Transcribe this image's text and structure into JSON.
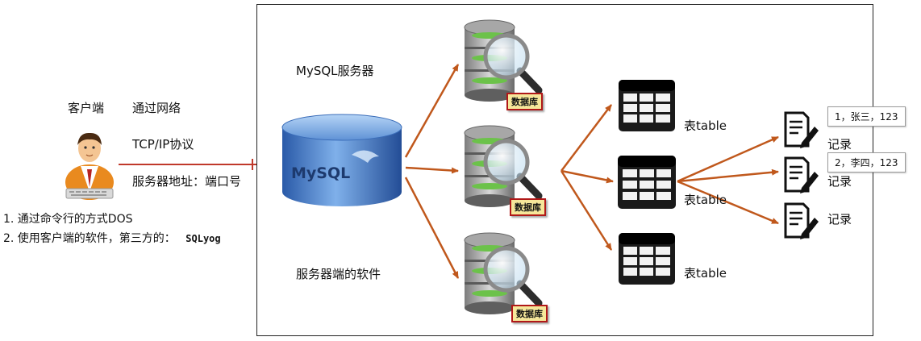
{
  "client": {
    "label": "客户端",
    "network": "通过网络",
    "protocol": "TCP/IP协议",
    "address": "服务器地址：端口号",
    "method1": "1. 通过命令行的方式DOS",
    "method2_prefix": "2. 使用客户端的软件，第三方的：",
    "method2_tool": "SQLyog"
  },
  "server": {
    "title": "MySQL服务器",
    "software": "服务器端的软件",
    "logo_text": "MySQL"
  },
  "databases": [
    {
      "badge": "数据库"
    },
    {
      "badge": "数据库"
    },
    {
      "badge": "数据库"
    }
  ],
  "tables": [
    {
      "label": "表table"
    },
    {
      "label": "表table"
    },
    {
      "label": "表table"
    }
  ],
  "records": [
    {
      "label": "记录"
    },
    {
      "label": "记录"
    },
    {
      "label": "记录"
    }
  ],
  "record_values": [
    {
      "text": "1，张三，123"
    },
    {
      "text": "2，李四，123"
    }
  ],
  "colors": {
    "arrow": "#c0581c",
    "line": "#c0392b",
    "badge_bg": "#f6e79a",
    "badge_border": "#b01818"
  }
}
